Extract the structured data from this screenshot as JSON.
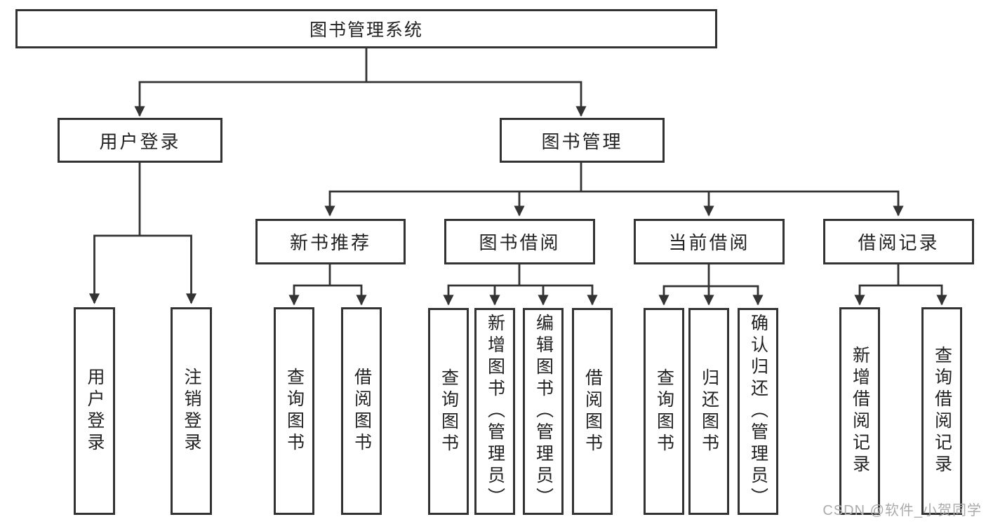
{
  "diagram": {
    "type": "tree",
    "root": {
      "label": "图书管理系统"
    },
    "user_login": {
      "label": "用户登录",
      "children": [
        {
          "label": "用户登录"
        },
        {
          "label": "注销登录"
        }
      ]
    },
    "book_management": {
      "label": "图书管理",
      "sections": [
        {
          "label": "新书推荐",
          "children": [
            {
              "label": "查询图书"
            },
            {
              "label": "借阅图书"
            }
          ]
        },
        {
          "label": "图书借阅",
          "children": [
            {
              "label": "查询图书"
            },
            {
              "label": "新增图书（管理员）"
            },
            {
              "label": "编辑图书（管理员）"
            },
            {
              "label": "借阅图书"
            }
          ]
        },
        {
          "label": "当前借阅",
          "children": [
            {
              "label": "查询图书"
            },
            {
              "label": "归还图书"
            },
            {
              "label": "确认归还（管理员）"
            }
          ]
        },
        {
          "label": "借阅记录",
          "children": [
            {
              "label": "新增借阅记录"
            },
            {
              "label": "查询借阅记录"
            }
          ]
        }
      ]
    }
  },
  "watermark": {
    "text": "CSDN @软件_小贺同学"
  },
  "colors": {
    "line": "#333333",
    "box_border": "#333333",
    "text": "#222222",
    "watermark": "#ababab",
    "background": "#ffffff"
  }
}
